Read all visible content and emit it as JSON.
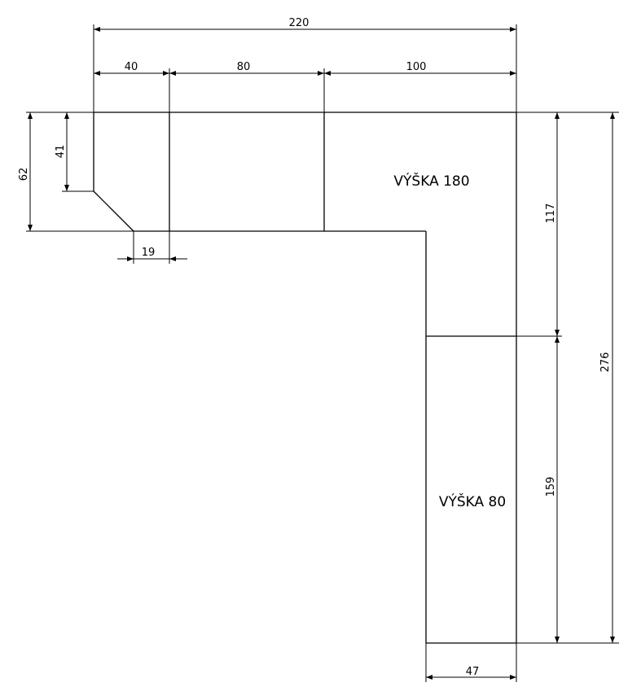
{
  "labels": {
    "upper_region": "VÝŠKA 180",
    "lower_region": "VÝŠKA 80"
  },
  "dimensions": {
    "overall_width": "220",
    "segment_a": "40",
    "segment_b": "80",
    "segment_c": "100",
    "left_height_outer": "62",
    "left_height_inner": "41",
    "chamfer_width": "19",
    "right_upper_height": "117",
    "right_lower_height": "159",
    "right_total_height": "276",
    "bottom_width": "47"
  },
  "colors": {
    "line": "#000000",
    "background": "#ffffff"
  }
}
